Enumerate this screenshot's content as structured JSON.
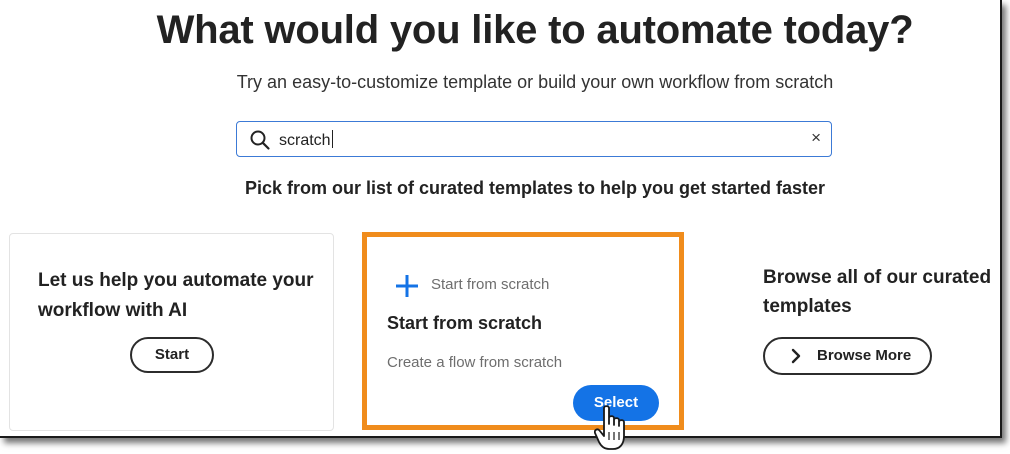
{
  "header": {
    "title": "What would you like to automate today?",
    "subtitle": "Try an easy-to-customize template or build your own workflow from scratch"
  },
  "search": {
    "value": "scratch",
    "clear_icon": "×"
  },
  "templates_heading": "Pick from our list of curated templates to help you get started faster",
  "cards": {
    "ai": {
      "text": "Let us help you automate your workflow with AI",
      "button_label": "Start"
    },
    "scratch": {
      "icon_label": "Start from scratch",
      "title": "Start from scratch",
      "description": "Create a flow from scratch",
      "button_label": "Select"
    },
    "browse": {
      "text": "Browse all of our curated templates",
      "button_label": "Browse More"
    }
  },
  "colors": {
    "accent": "#1473e6",
    "highlight_border": "#f08c1c",
    "text": "#222222",
    "muted": "#6e6e6e"
  },
  "icons": [
    "search-icon",
    "clear-icon",
    "plus-icon",
    "chevron-right-icon",
    "hand-cursor-icon"
  ]
}
